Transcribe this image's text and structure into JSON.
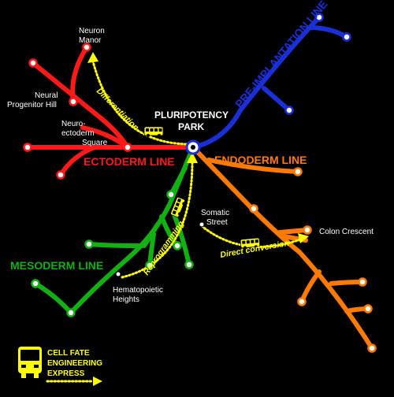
{
  "lines": {
    "ectoderm": {
      "name": "ECTODERM LINE",
      "color": "#ff1a1a"
    },
    "endoderm": {
      "name": "ENDODERM LINE",
      "color": "#ff7a00"
    },
    "mesoderm": {
      "name": "MESODERM LINE",
      "color": "#13b013"
    },
    "preimplantation": {
      "name": "PRE-IMPLANTATION LINE",
      "color": "#1a2fd6"
    }
  },
  "hub": {
    "line1": "PLURIPOTENCY",
    "line2": "PARK"
  },
  "stations": {
    "neuron_manor": {
      "line1": "Neuron",
      "line2": "Manor"
    },
    "neural_progenitor_hill": {
      "line1": "Neural",
      "line2": "Progenitor Hill"
    },
    "neuroectoderm_square": {
      "line1": "Neuro-",
      "line2": "ectoderm",
      "line3": "Square"
    },
    "somatic_street": {
      "line1": "Somatic",
      "line2": "Street"
    },
    "colon_crescent": {
      "line1": "Colon Crescent"
    },
    "hematopoietic_heights": {
      "line1": "Hematopoietic",
      "line2": "Heights"
    }
  },
  "routes": {
    "differentiation": "Differentiation",
    "reprogramming": "Reprogramming",
    "direct_conversion": "Direct conversion"
  },
  "legend": {
    "line1": "CELL FATE",
    "line2": "ENGINEERING",
    "line3": "EXPRESS"
  },
  "colors": {
    "express": "#ffff00",
    "background": "#000000",
    "station_fill": "#ffffff"
  }
}
